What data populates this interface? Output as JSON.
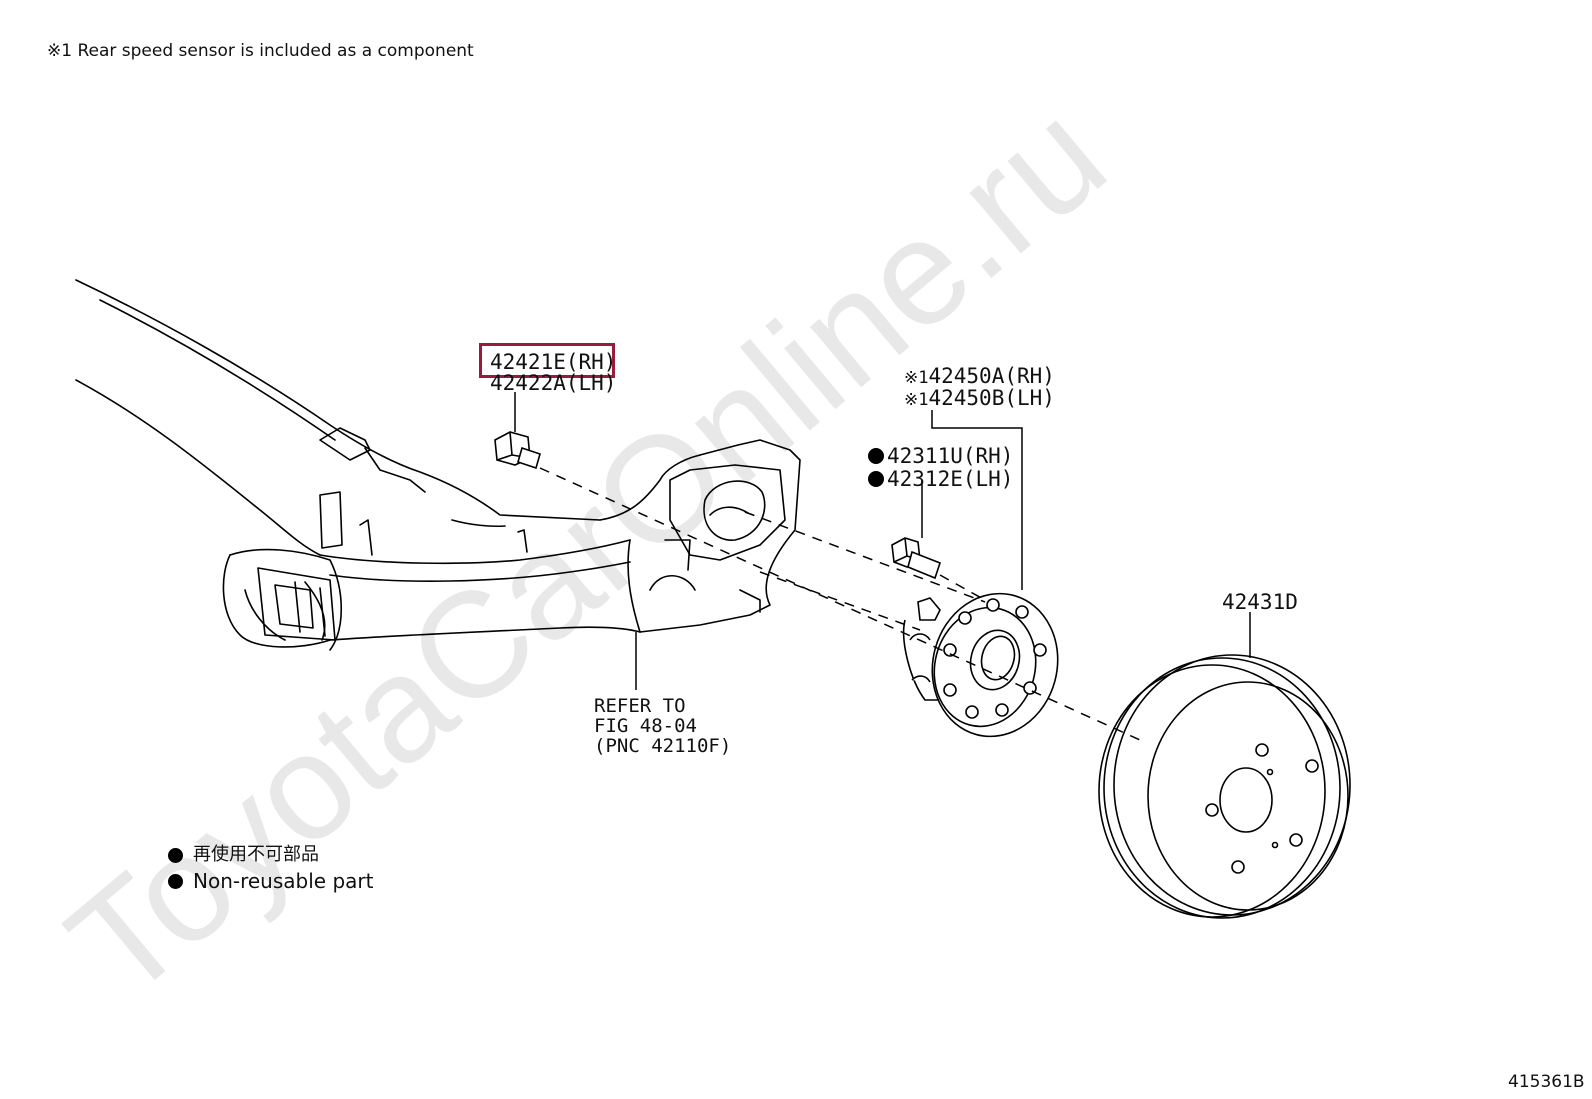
{
  "header_note": "※1 Rear speed sensor is included as a component",
  "watermark": "ToyotaCarOnline.ru",
  "parts": {
    "bolt_rh": "42421E(RH)",
    "bolt_lh": "42422A(LH)",
    "hub_rh_mark": "※1",
    "hub_rh": "42450A(RH)",
    "hub_lh_mark": "※1",
    "hub_lh": "42450B(LH)",
    "stud_rh": "42311U(RH)",
    "stud_lh": "42312E(LH)",
    "drum": "42431D"
  },
  "refer": {
    "line1": "REFER TO",
    "line2": "FIG 48-04",
    "line3": "(PNC 42110F)"
  },
  "legend": {
    "jp": "再使用不可部品",
    "en": "Non-reusable part"
  },
  "figure_id": "415361B",
  "colors": {
    "highlight": "#9b1b3c",
    "line": "#000000",
    "watermark": "#e6e6e6"
  }
}
